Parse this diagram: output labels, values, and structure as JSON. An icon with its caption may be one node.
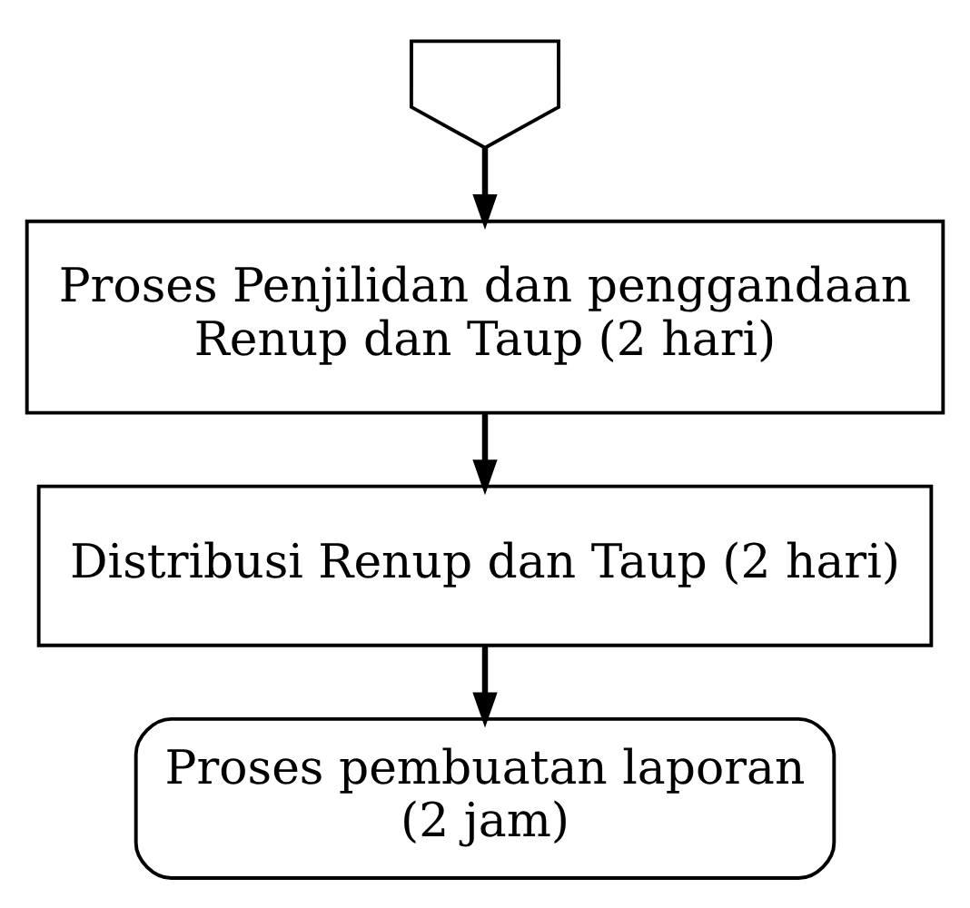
{
  "diagram": {
    "nodes": [
      {
        "text": [],
        "shape": "pentagon"
      },
      {
        "text": [
          "Proses Penjilidan dan penggandaan Renup dan Taup (2 hari)"
        ]
      },
      {
        "text": [
          "Distribusi Renup dan Taup (2 hari)"
        ]
      },
      {
        "text": [
          "Proses pembuatan laporan (2 jam)"
        ]
      }
    ],
    "edges": [
      {
        "from": 0,
        "to": 1,
        "arrow": "to"
      },
      {
        "from": 1,
        "to": 2,
        "arrow": "to"
      },
      {
        "from": 2,
        "to": 3,
        "arrow": "to"
      }
    ]
  }
}
